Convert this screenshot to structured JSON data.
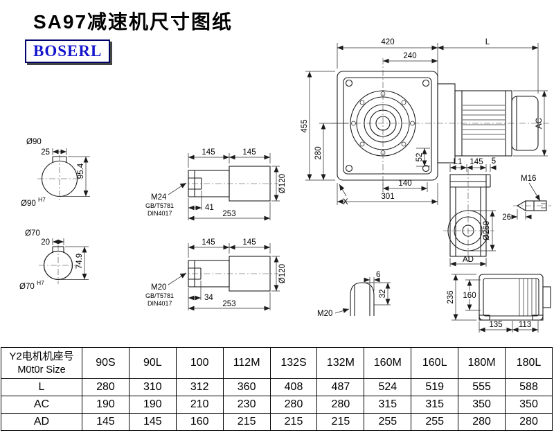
{
  "title": "SA97减速机尺寸图纸",
  "logo": "BOSERL",
  "main_view": {
    "dim_top_width": "420",
    "dim_flange_offset": "240",
    "dim_motor_length": "L",
    "dim_total_height": "455",
    "dim_center_height": "280",
    "dim_motor_diameter": "AC",
    "dim_foot": "52",
    "dim_140": "140",
    "dim_301": "301",
    "label_x": "X"
  },
  "bore_section_top": {
    "dia_label": "Ø90",
    "keyway_width": "25",
    "keyway_height": "95.4",
    "fit_base": "Ø90",
    "fit_sup": "H7"
  },
  "bore_section_bottom": {
    "dia_label": "Ø70",
    "keyway_width": "20",
    "keyway_height": "74.9",
    "fit_base": "Ø70",
    "fit_sup": "H7"
  },
  "shaft_top": {
    "dim_len1": "145",
    "dim_len2": "145",
    "dia": "Ø120",
    "thread": "M24",
    "std_gb": "GB/T5781",
    "std_din": "DIN4017",
    "dim_thread_len": "41",
    "dim_total": "253"
  },
  "shaft_bottom": {
    "dim_len1": "145",
    "dim_len2": "145",
    "dia": "Ø120",
    "thread": "M20",
    "std_gb": "GB/T5781",
    "std_din": "DIN4017",
    "dim_thread_len": "34",
    "dim_total": "253"
  },
  "side_view": {
    "dim_l1": "L1",
    "dim_145": "145",
    "dim_5": "5",
    "thread": "M16",
    "dia": "Ø260",
    "dim_26": "26",
    "dim_ad": "AD"
  },
  "keyway_detail": {
    "dim_6": "6",
    "dim_32": "32",
    "thread": "M20"
  },
  "rear_view": {
    "dim_236": "236",
    "dim_160": "160",
    "dim_135": "135",
    "dim_113": "113"
  },
  "table": {
    "header_cn": "Y2电机机座号",
    "header_en": "M0t0r Size",
    "motor_sizes": [
      "90S",
      "90L",
      "100",
      "112M",
      "132S",
      "132M",
      "160M",
      "160L",
      "180M",
      "180L"
    ],
    "rows": [
      {
        "label": "L",
        "values": [
          "280",
          "310",
          "312",
          "360",
          "408",
          "487",
          "524",
          "519",
          "555",
          "588"
        ]
      },
      {
        "label": "AC",
        "values": [
          "190",
          "190",
          "210",
          "230",
          "280",
          "280",
          "315",
          "315",
          "350",
          "350"
        ]
      },
      {
        "label": "AD",
        "values": [
          "145",
          "145",
          "160",
          "215",
          "215",
          "215",
          "255",
          "255",
          "280",
          "280"
        ]
      }
    ]
  }
}
